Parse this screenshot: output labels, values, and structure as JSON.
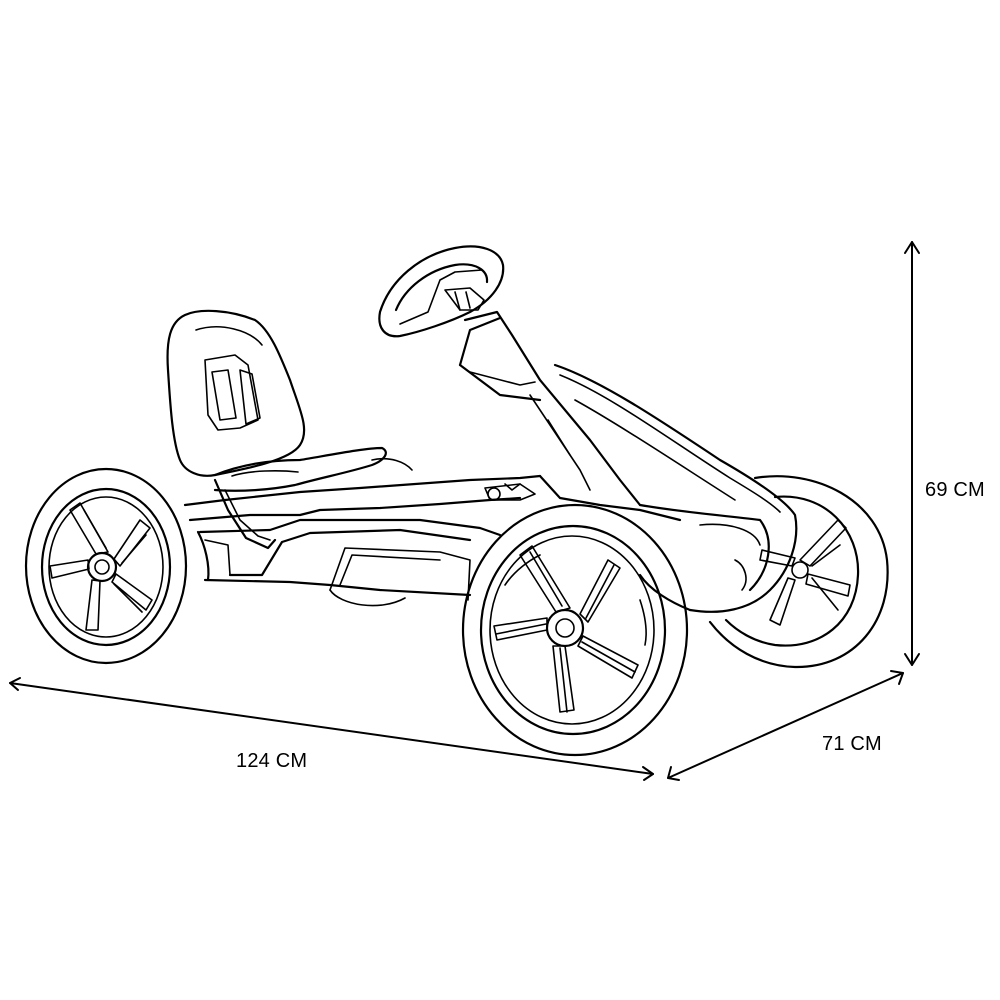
{
  "dimensions": {
    "length": "124 CM",
    "width": "71 CM",
    "height": "69 CM"
  },
  "colors": {
    "line": "#000000",
    "background": "#ffffff"
  }
}
